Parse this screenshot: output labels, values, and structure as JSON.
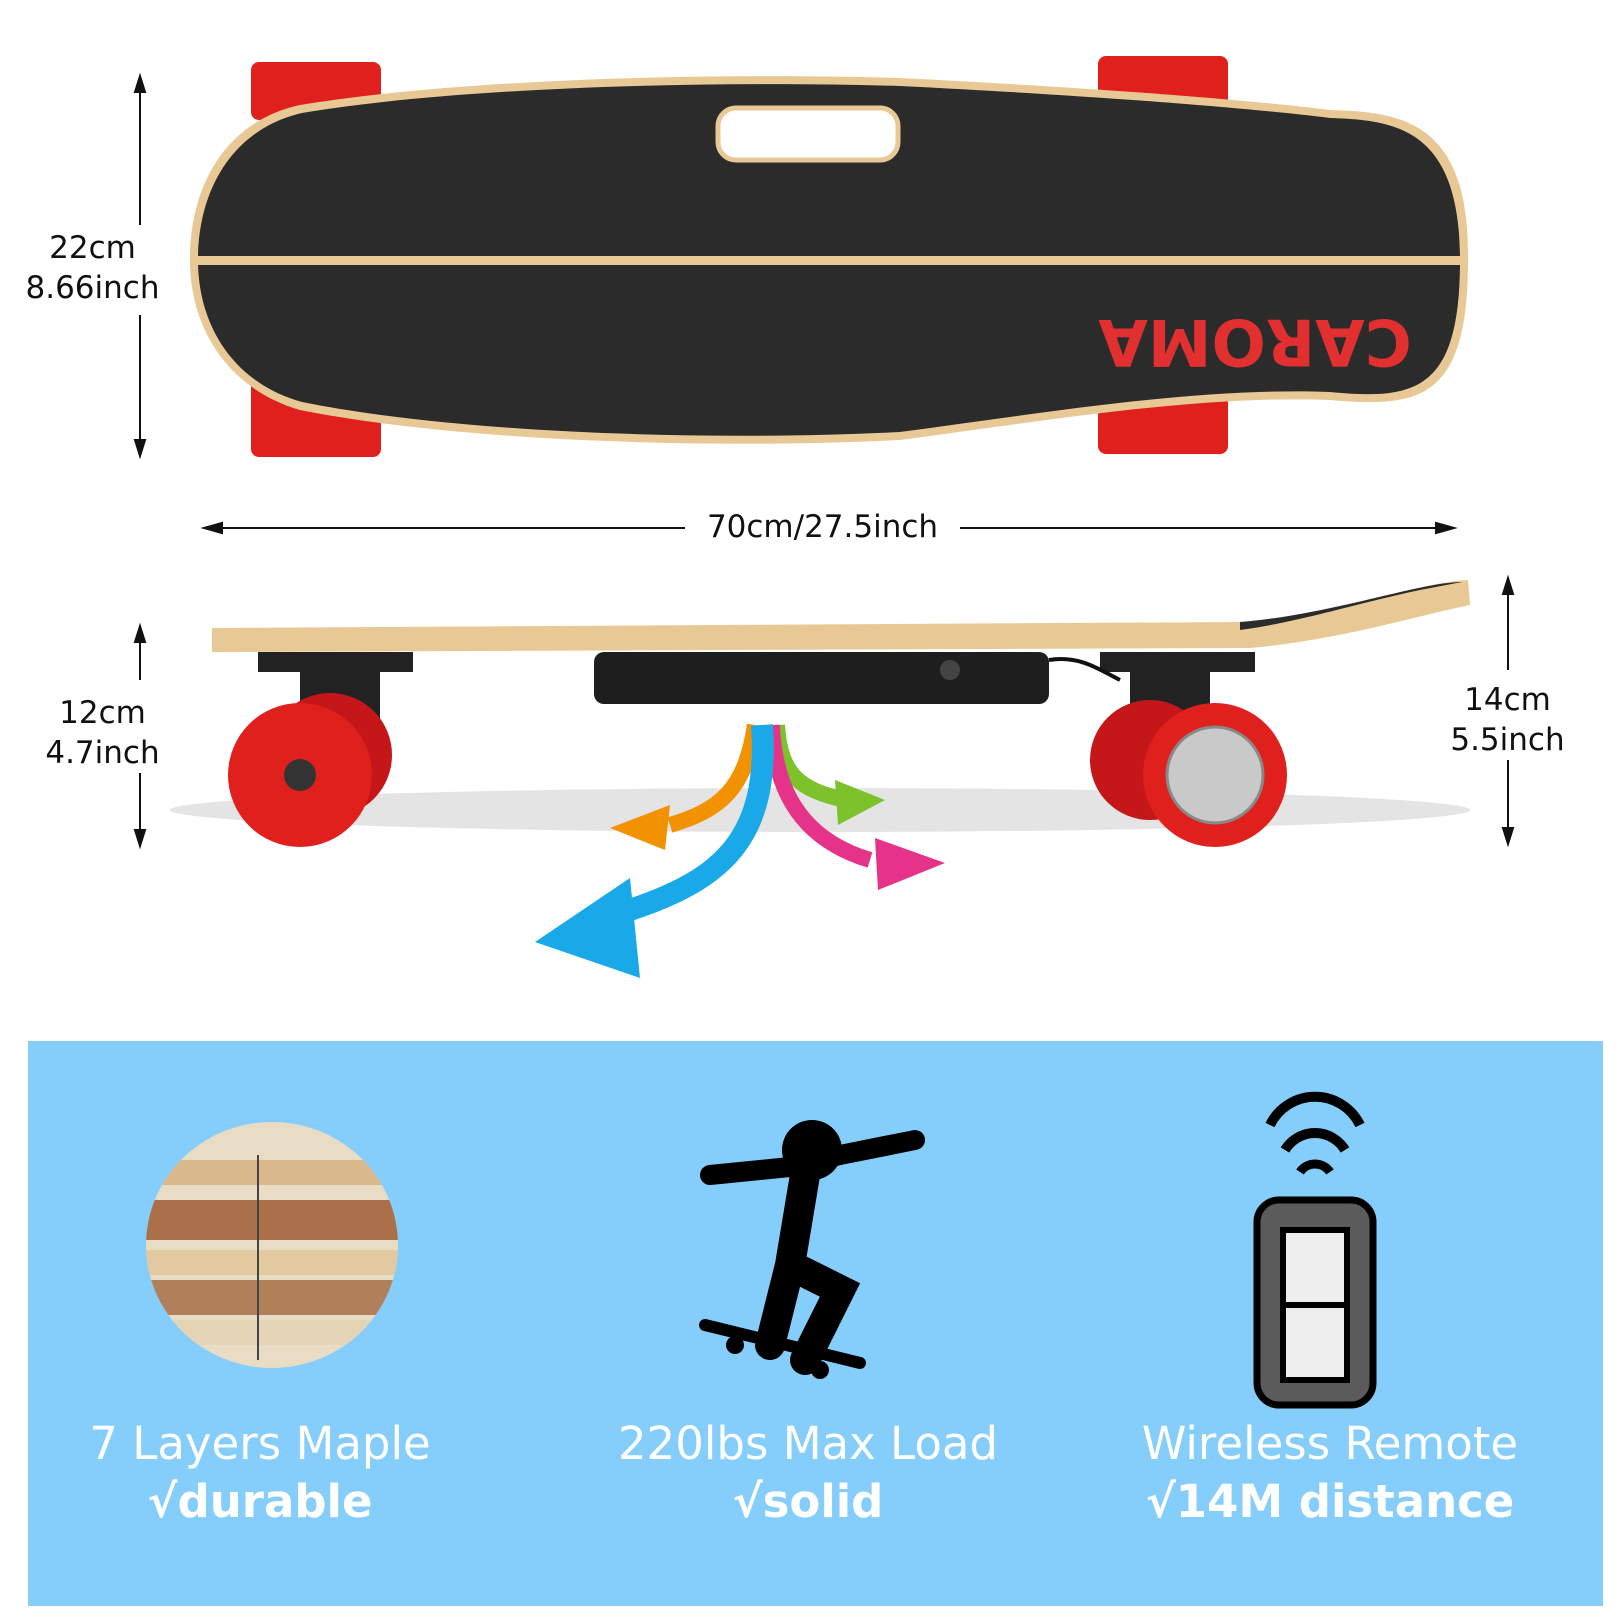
{
  "brand": "CAROMA",
  "dimensions": {
    "width_metric": "22cm",
    "width_imperial": "8.66inch",
    "length": "70cm/27.5inch",
    "front_height_metric": "12cm",
    "front_height_imperial": "4.7inch",
    "rear_height_metric": "14cm",
    "rear_height_imperial": "5.5inch"
  },
  "features": [
    {
      "title": "7 Layers Maple",
      "subtitle": "√durable",
      "icon": "maple-layers-icon"
    },
    {
      "title": "220lbs Max Load",
      "subtitle": "√solid",
      "icon": "skater-icon"
    },
    {
      "title": "Wireless Remote",
      "subtitle": "√14M distance",
      "icon": "remote-icon"
    }
  ],
  "colors": {
    "panel": "#85cdfa",
    "wheel": "#e0201c",
    "griptape": "#2a2a2a",
    "wood": "#e8c995"
  }
}
